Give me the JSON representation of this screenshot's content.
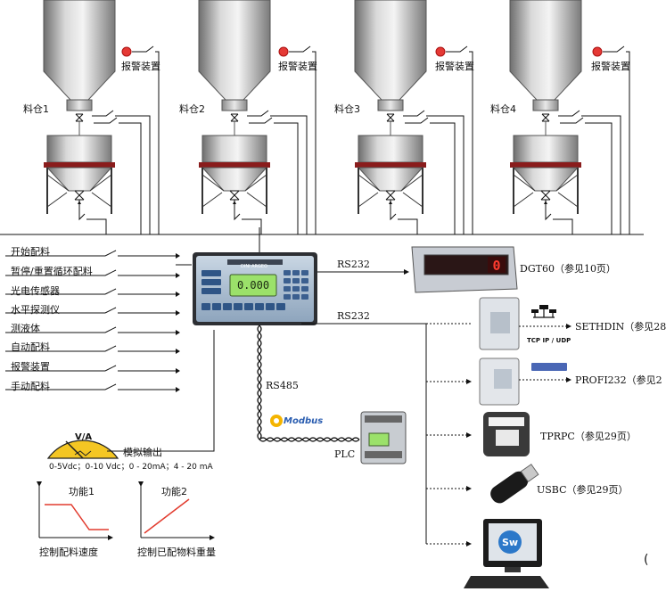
{
  "silos": [
    {
      "label": "料仓1",
      "alarm": "报警装置"
    },
    {
      "label": "料仓2",
      "alarm": "报警装置"
    },
    {
      "label": "料仓3",
      "alarm": "报警装置"
    },
    {
      "label": "料仓4",
      "alarm": "报警装置"
    }
  ],
  "inputs": [
    "开始配料",
    "暂停/重置循环配料",
    "光电传感器",
    "水平探测仪",
    "测液体",
    "自动配料",
    "报警装置",
    "手动配料"
  ],
  "controller": {
    "display_value": "0.000",
    "brand_label": "DINI ARGEO"
  },
  "links": {
    "rs232_a": "RS232",
    "rs232_b": "RS232",
    "rs485": "RS485",
    "plc": "PLC",
    "modbus": "Modbus"
  },
  "devices": [
    {
      "label": "DGT60（参见10页）",
      "display": "0"
    },
    {
      "label": "SETHDIN（参见28",
      "sub": "TCP IP / UDP"
    },
    {
      "label": "PROFI232（参见2"
    },
    {
      "label": "TPRPC（参见29页）"
    },
    {
      "label": "USBC（参见29页）"
    },
    {
      "label": "",
      "logo": "Sw"
    }
  ],
  "analog": {
    "meter_label": "V/A",
    "title": "模拟输出",
    "ranges": "0-5Vdc；0-10 Vdc；0 - 20mA；4 - 20 mA"
  },
  "functions": [
    {
      "title": "功能1",
      "caption": "控制配料速度"
    },
    {
      "title": "功能2",
      "caption": "控制已配物料重量"
    }
  ],
  "edge_mark": "(",
  "colors": {
    "line": "#111111",
    "alarm": "#e53935",
    "display_green": "#9be16a",
    "panel_blue": "#5a8fc8",
    "graph_red": "#e23b2e"
  }
}
